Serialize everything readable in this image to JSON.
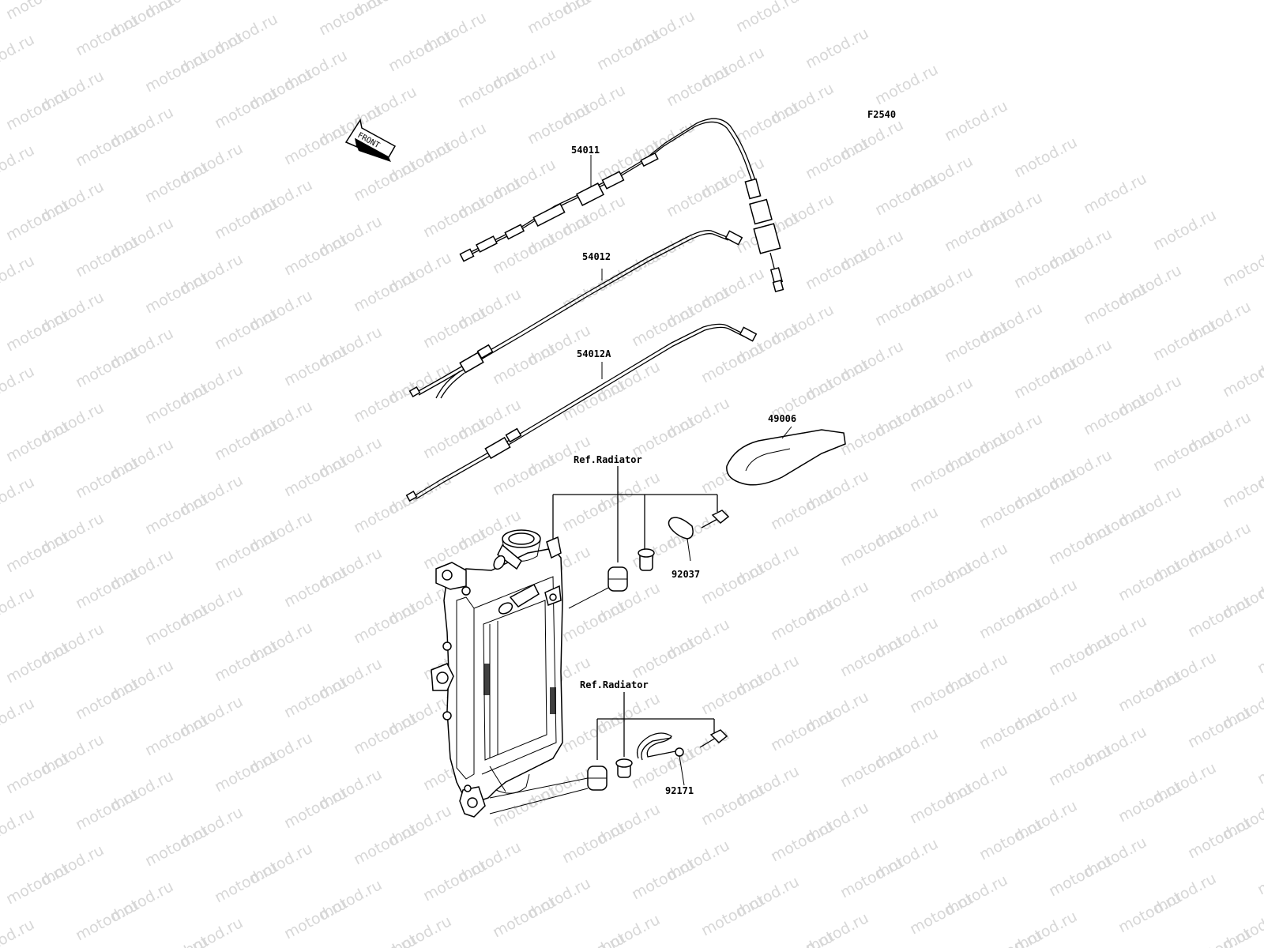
{
  "watermark_text": "motod.ru",
  "figure_code": "F2540",
  "front_arrow_label": "FRONT",
  "parts": {
    "cable_54011": "54011",
    "cable_54012": "54012",
    "cable_54012A": "54012A",
    "cover_49006": "49006",
    "clamp_92037": "92037",
    "clamp_92171": "92171"
  },
  "references": {
    "upper": "Ref.Radiator",
    "lower": "Ref.Radiator"
  }
}
